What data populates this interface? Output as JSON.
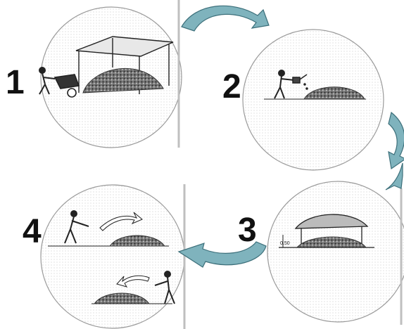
{
  "steps": [
    {
      "number": "1",
      "scene": "shed-compost-pile-wheelbarrow"
    },
    {
      "number": "2",
      "scene": "worker-watering-pile"
    },
    {
      "number": "3",
      "scene": "covered-pile-under-roof",
      "annotation": "0.50"
    },
    {
      "number": "4",
      "scene": "worker-turning-pile"
    }
  ],
  "colors": {
    "arrow_fill": "#7fb3bd",
    "arrow_stroke": "#3c6f7a",
    "circle_stroke": "#9a9a9a",
    "line_art": "#222222",
    "pile_fill": "#555555"
  }
}
